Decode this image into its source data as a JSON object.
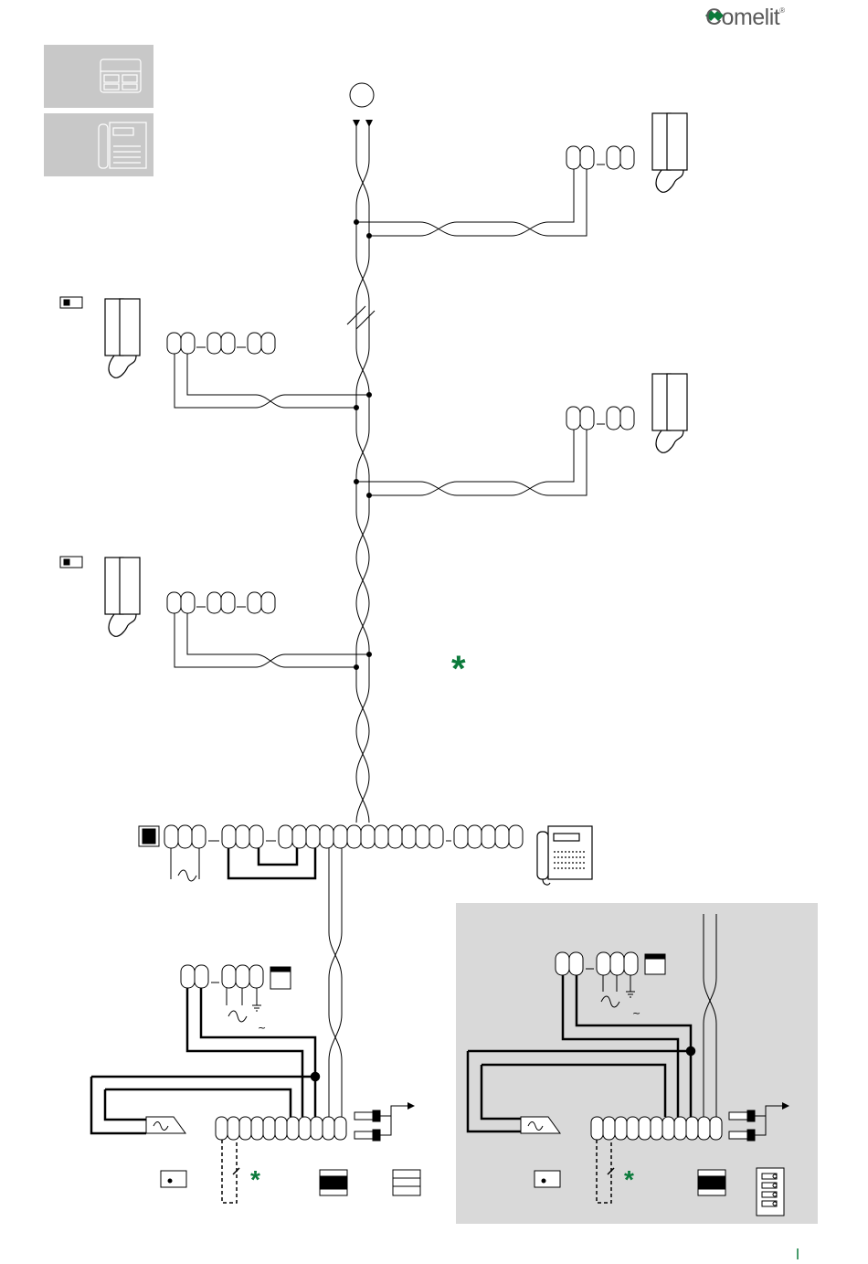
{
  "brand": {
    "name": "Comelit",
    "mark": "comelit-logo-mark"
  },
  "legend": [
    {
      "icon": "door-entry-panel-icon"
    },
    {
      "icon": "switchboard-icon"
    }
  ],
  "markers": {
    "asterisk": "*",
    "asterisk_color": "#0b7a3b"
  },
  "wiring": {
    "mains_symbol": "~",
    "wire_color": "#000000",
    "alternative_panel_bg": "#d9d9d9",
    "legend_bg": "#c8c8c8"
  },
  "components": [
    {
      "kind": "handset",
      "icon": "interphone-handset-icon",
      "count": 4
    },
    {
      "kind": "terminal-block",
      "icon": "terminal-block-icon"
    },
    {
      "kind": "switchboard",
      "icon": "switchboard-icon"
    },
    {
      "kind": "power-supply",
      "icon": "power-supply-icon"
    },
    {
      "kind": "door-lock",
      "icon": "electric-lock-icon"
    },
    {
      "kind": "push-button-panel",
      "icon": "push-button-panel-icon"
    }
  ]
}
